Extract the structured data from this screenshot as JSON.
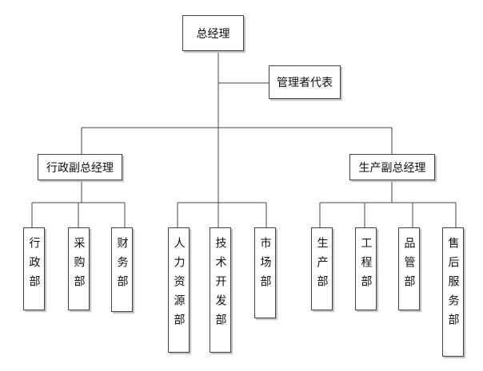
{
  "org_chart": {
    "root": {
      "label": "总经理"
    },
    "staff": {
      "label": "管理者代表"
    },
    "deputies": [
      {
        "label": "行政副总经理",
        "departments": [
          {
            "label": "行政部"
          },
          {
            "label": "采购部"
          },
          {
            "label": "财务部"
          }
        ]
      },
      {
        "label": "生产副总经理",
        "departments": [
          {
            "label": "生产部"
          },
          {
            "label": "工程部"
          },
          {
            "label": "品管部"
          },
          {
            "label": "售后服务部"
          }
        ]
      }
    ],
    "direct_departments": [
      {
        "label": "人力资源部"
      },
      {
        "label": "技术开发部"
      },
      {
        "label": "市场部"
      }
    ]
  },
  "colors": {
    "line": "#444444",
    "box_border": "#444444",
    "shadow": "#bdbdbd"
  }
}
